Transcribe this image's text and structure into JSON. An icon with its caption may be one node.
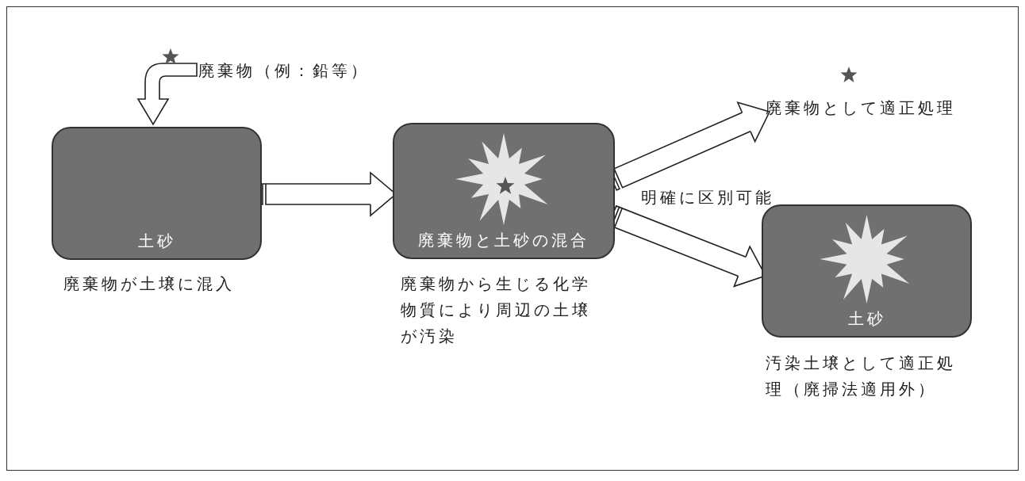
{
  "diagram": {
    "nodes": [
      {
        "text": [
          "廃棄物（例：鉛等）"
        ]
      },
      {
        "text": [
          "土砂"
        ],
        "beside": [
          "廃棄物が土壌に混入"
        ]
      },
      {
        "text": [
          "廃棄物と土砂の混合"
        ],
        "beside": [
          "廃棄物から生じる化学物質により周辺の土壌が汚染"
        ]
      },
      {
        "text": [
          "廃棄物として適正処理"
        ]
      },
      {
        "text": [
          "土砂"
        ],
        "beside": [
          "汚染土壌として適正処理（廃掃法適用外）"
        ]
      }
    ],
    "edges": [
      {
        "from": 0,
        "to": 1,
        "arrow": "to"
      },
      {
        "from": 1,
        "to": 2,
        "arrow": "to"
      },
      {
        "from": 2,
        "to": 3,
        "arrow": "to"
      },
      {
        "from": 2,
        "to": 4,
        "arrow": "to"
      }
    ],
    "labels": [
      "明確に区別可能"
    ]
  }
}
